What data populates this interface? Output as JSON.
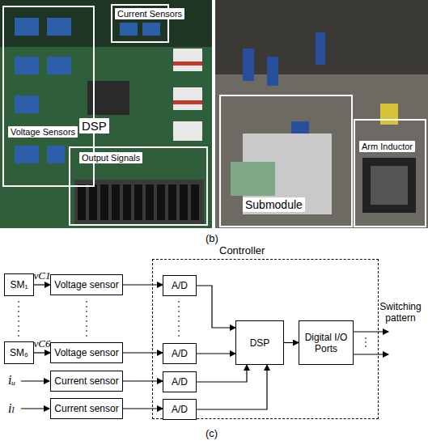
{
  "diagram": {
    "nodes": [
      {
        "text": [
          "SM₁"
        ]
      },
      {
        "text": [
          "Voltage sensor"
        ]
      },
      {
        "text": [
          "SM₆"
        ]
      },
      {
        "text": [
          "Voltage sensor"
        ]
      },
      {
        "text": [
          "Current sensor"
        ]
      },
      {
        "text": [
          "Current sensor"
        ]
      },
      {
        "text": [
          "Controller"
        ]
      },
      {
        "text": [
          "A/D"
        ],
        "in": 6
      },
      {
        "text": [
          "A/D"
        ],
        "in": 6
      },
      {
        "text": [
          "A/D"
        ],
        "in": 6
      },
      {
        "text": [
          "A/D"
        ],
        "in": 6
      },
      {
        "text": [
          "DSP"
        ],
        "in": 6
      },
      {
        "text": [
          "Digital I/O Ports"
        ],
        "in": 6
      }
    ],
    "edges": [
      {
        "from": 0,
        "to": 1,
        "arrow": "to",
        "label": "vC1"
      },
      {
        "from": 1,
        "to": 7,
        "arrow": "to"
      },
      {
        "from": 7,
        "to": 11,
        "arrow": "to"
      },
      {
        "from": 2,
        "to": 3,
        "arrow": "to",
        "label": "vC6"
      },
      {
        "from": 3,
        "to": 8,
        "arrow": "to"
      },
      {
        "from": 8,
        "to": 11,
        "arrow": "to"
      },
      {
        "from": 4,
        "to": 9,
        "arrow": "to"
      },
      {
        "from": 5,
        "to": 10,
        "arrow": "to"
      },
      {
        "from": 9,
        "to": 11,
        "arrow": "to"
      },
      {
        "from": 10,
        "to": 11,
        "arrow": "to"
      },
      {
        "from": 11,
        "to": 12,
        "arrow": "to"
      }
    ],
    "labels": [
      "Current Sensors",
      "Voltage Sensors",
      "DSP",
      "Output Signals",
      "Submodule",
      "Arm Inductor",
      "(b)",
      "iᵤ",
      "iₗ",
      "Switching pattern",
      "(c)"
    ]
  }
}
